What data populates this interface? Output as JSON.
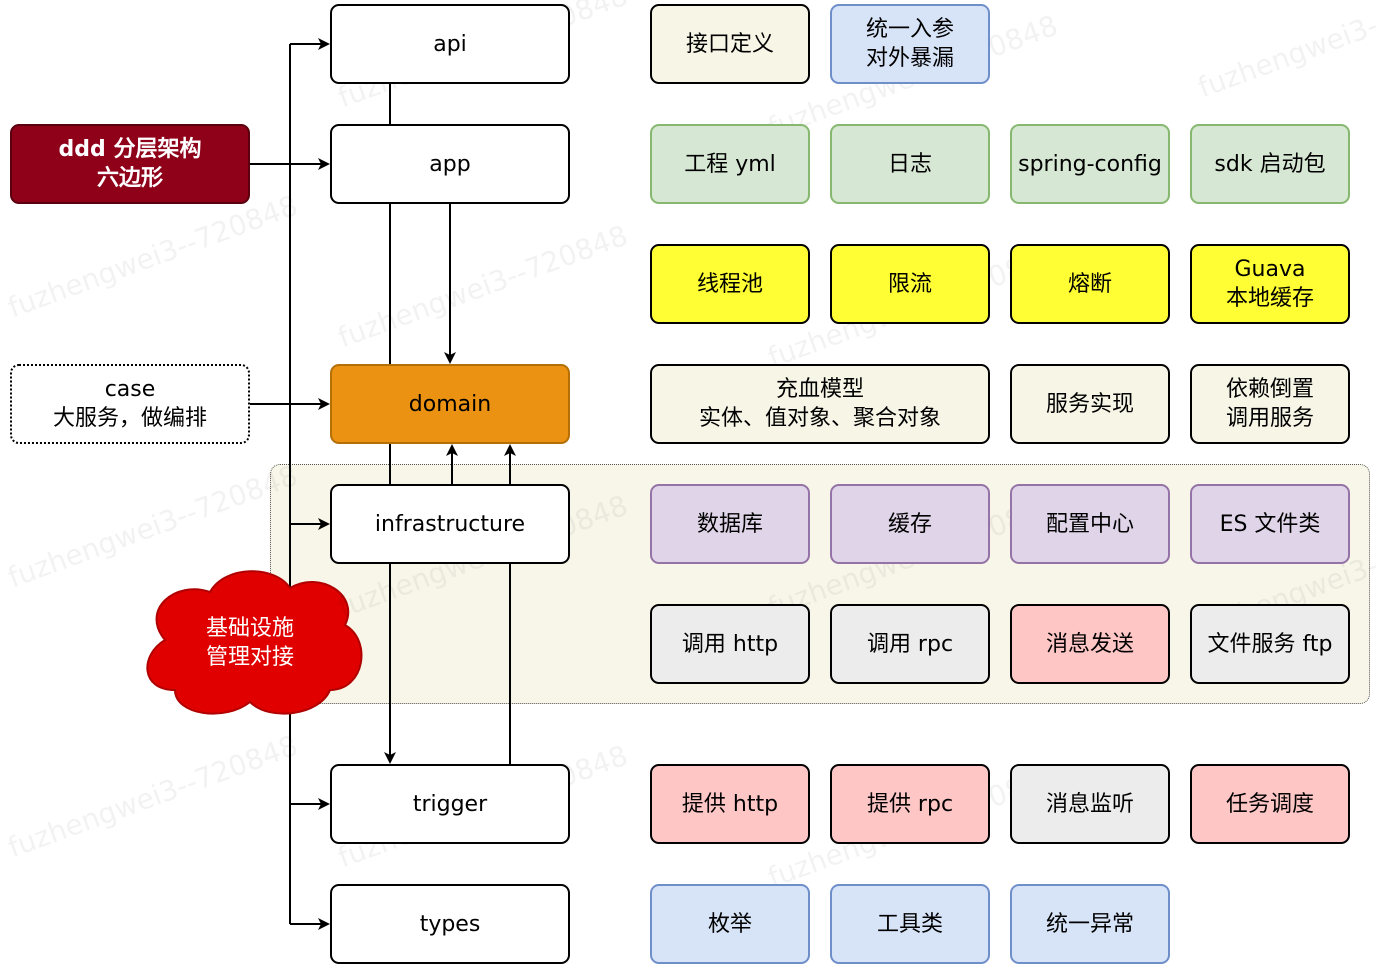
{
  "title_box": "ddd 分层架构\n六边形",
  "case_box": "case\n大服务，做编排",
  "cloud_label": "基础设施\n管理对接",
  "layers": {
    "api": "api",
    "app": "app",
    "domain": "domain",
    "infrastructure": "infrastructure",
    "trigger": "trigger",
    "types": "types"
  },
  "rows": {
    "api": [
      "接口定义",
      "统一入参\n对外暴漏"
    ],
    "app": [
      "工程 yml",
      "日志",
      "spring-config",
      "sdk 启动包"
    ],
    "app_extra": [
      "线程池",
      "限流",
      "熔断",
      "Guava\n本地缓存"
    ],
    "domain": [
      "充血模型\n实体、值对象、聚合对象",
      "服务实现",
      "依赖倒置\n调用服务"
    ],
    "infra_1": [
      "数据库",
      "缓存",
      "配置中心",
      "ES 文件类"
    ],
    "infra_2": [
      "调用 http",
      "调用 rpc",
      "消息发送",
      "文件服务 ftp"
    ],
    "trigger": [
      "提供 http",
      "提供 rpc",
      "消息监听",
      "任务调度"
    ],
    "types": [
      "枚举",
      "工具类",
      "统一异常"
    ]
  },
  "colors": {
    "title_fill": "#8f0019",
    "domain_fill": "#eb9212",
    "cloud_fill": "#e00000",
    "zone_fill": "#f8f6e9"
  },
  "watermark": "fuzhengwei3--720848"
}
